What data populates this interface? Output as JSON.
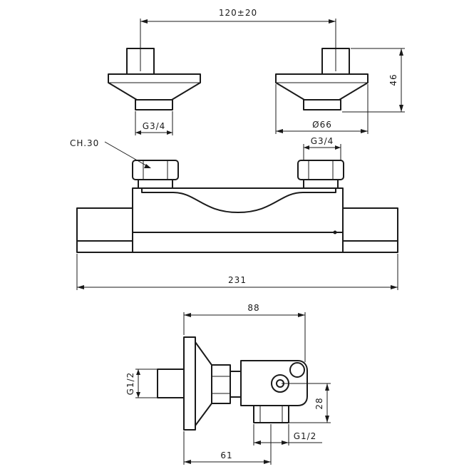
{
  "dimensions": {
    "spacing": "120±20",
    "height": "46",
    "flange_diameter": "Ø66",
    "thread_top_left": "G3/4",
    "thread_top_right": "G3/4",
    "hex": "CH.30",
    "overall_length": "231",
    "depth": "88",
    "side_inlet_thread": "G1/2",
    "outlet_height": "28",
    "outlet_thread": "G1/2",
    "wall_to_outlet": "61"
  }
}
